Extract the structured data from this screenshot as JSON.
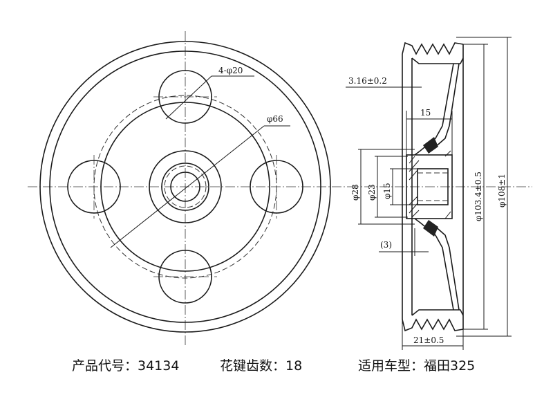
{
  "front_view": {
    "dim_holes": "4-φ20",
    "dim_pcd": "φ66"
  },
  "side_view": {
    "dim_wall": "3.16±0.2",
    "dim_15_top": "15",
    "dim_d28": "φ28",
    "dim_d23": "φ23",
    "dim_d15": "φ15",
    "dim_3": "(3)",
    "dim_d103": "φ103.4±0.5",
    "dim_d108": "φ108±1",
    "dim_width": "21±0.5"
  },
  "caption": {
    "product_code": "产品代号：34134",
    "spline_teeth": "花键齿数：18",
    "vehicle": "适用车型：福田325"
  }
}
